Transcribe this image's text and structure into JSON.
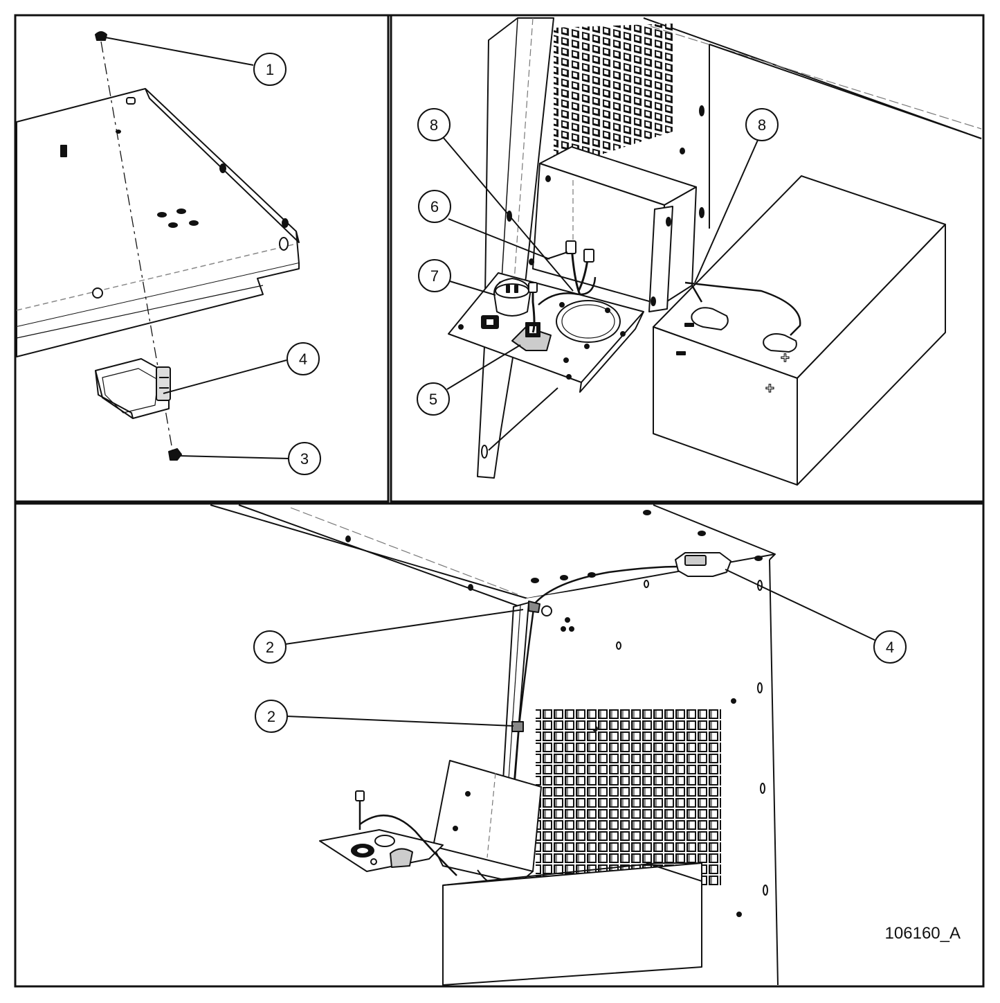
{
  "figure_id": "106160_A",
  "callouts": {
    "top_left": [
      "1",
      "4",
      "3"
    ],
    "top_right": [
      "8",
      "6",
      "7",
      "5",
      "8"
    ],
    "bottom": [
      "2",
      "2",
      "4"
    ]
  },
  "battery_marks": {
    "negative": "−",
    "positive": "+"
  }
}
